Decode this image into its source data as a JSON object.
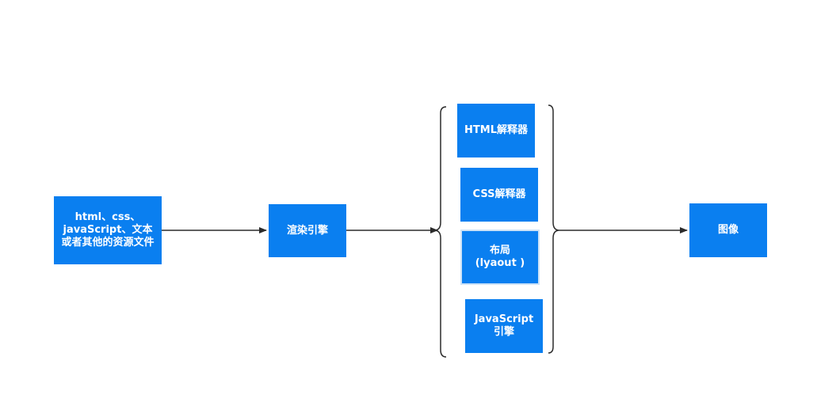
{
  "nodes": {
    "source": "html、css、\njavaScript、文本\n或者其他的资源文件",
    "render_engine": "渲染引擎",
    "html_parser": "HTML解释器",
    "css_parser": "CSS解释器",
    "layout": "布局\n(lyaout )",
    "js_engine": "JavaScript\n引擎",
    "image": "图像"
  },
  "colors": {
    "node_fill": "#0a7ff0",
    "node_text": "#ffffff",
    "connector": "#2b2b2b"
  }
}
